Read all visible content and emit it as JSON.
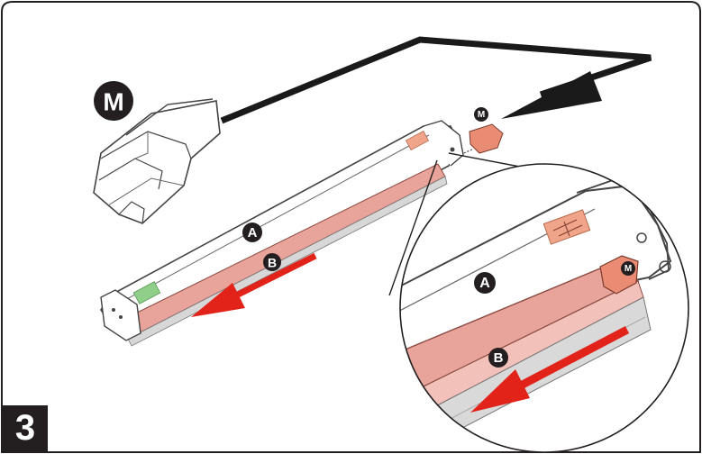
{
  "step": {
    "number": "3"
  },
  "callouts": {
    "clip_large": "M",
    "clip_small": "M",
    "clip_zoom": "M",
    "cover_main": "A",
    "cover_zoom": "A",
    "brush_main": "B",
    "brush_zoom": "B"
  },
  "colors": {
    "frame": "#231f20",
    "brush_strip": "#e8a39a",
    "arrow_red": "#e2231a",
    "arrow_black": "#1a1a1a",
    "label_green": "#8fcf8a",
    "label_orange": "#f0a58a"
  }
}
